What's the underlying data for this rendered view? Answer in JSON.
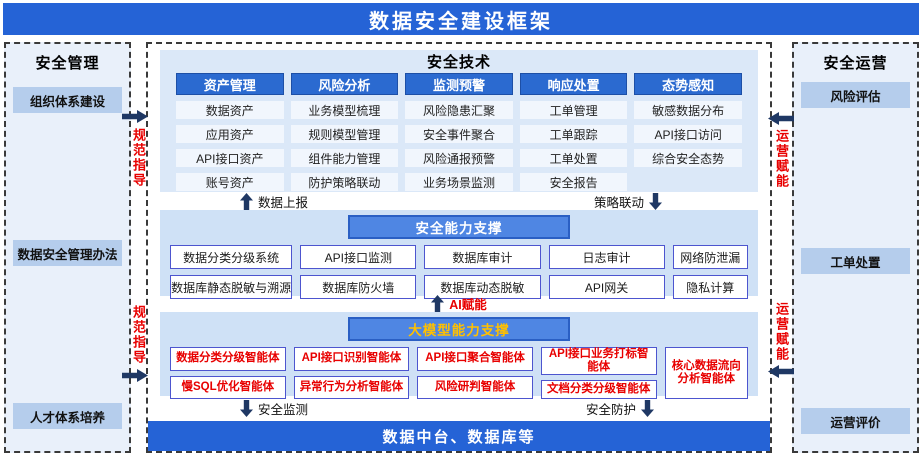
{
  "title": "数据安全建设框架",
  "left_panel": {
    "title": "安全管理",
    "items": [
      "组织体系建设",
      "数据安全管理办法",
      "人才体系培养"
    ]
  },
  "right_panel": {
    "title": "安全运营",
    "items": [
      "风险评估",
      "工单处置",
      "运营评价"
    ]
  },
  "left_flows": {
    "top": "规范指导",
    "bottom": "规范指导"
  },
  "right_flows": {
    "top": "运营赋能",
    "bottom": "运营赋能"
  },
  "tech": {
    "title": "安全技术",
    "columns": [
      {
        "header": "资产管理",
        "items": [
          "数据资产",
          "应用资产",
          "API接口资产",
          "账号资产"
        ]
      },
      {
        "header": "风险分析",
        "items": [
          "业务模型梳理",
          "规则模型管理",
          "组件能力管理",
          "防护策略联动"
        ]
      },
      {
        "header": "监测预警",
        "items": [
          "风险隐患汇聚",
          "安全事件聚合",
          "风险通报预警",
          "业务场景监测"
        ]
      },
      {
        "header": "响应处置",
        "items": [
          "工单管理",
          "工单跟踪",
          "工单处置",
          "安全报告"
        ]
      },
      {
        "header": "态势感知",
        "items": [
          "敏感数据分布",
          "API接口访问",
          "综合安全态势"
        ]
      }
    ]
  },
  "flow_labels": {
    "data_report": "数据上报",
    "policy_link": "策略联动",
    "ai": "AI赋能",
    "monitor": "安全监测",
    "protect": "安全防护"
  },
  "capability": {
    "title": "安全能力支撑",
    "row1": [
      "数据分类分级系统",
      "API接口监测",
      "数据库审计",
      "日志审计",
      "网络防泄漏"
    ],
    "row2": [
      "数据库静态脱敏与溯源",
      "数据库防火墙",
      "数据库动态脱敏",
      "API网关",
      "隐私计算"
    ]
  },
  "llm": {
    "title": "大模型能力支撑",
    "row1": [
      "数据分类分级智能体",
      "API接口识别智能体",
      "API接口聚合智能体",
      "API接口业务打标智能体"
    ],
    "row2": [
      "慢SQL优化智能体",
      "异常行为分析智能体",
      "风险研判智能体",
      "文档分类分级智能体"
    ],
    "span": "核心数据流向分析智能体"
  },
  "bottom_bar": "数据中台、数据库等",
  "colors": {
    "primary_blue": "#2563d6",
    "column_header_blue": "#2b6ad0",
    "support_bar_blue": "#4f86e3",
    "support_bar_border": "#2a5fc4",
    "tech_panel_bg": "#dbe8f8",
    "support_panel_bg": "#cfe1f6",
    "side_panel_bg": "#e9f0fa",
    "side_item_bg": "#b5cdec",
    "agent_box_border": "#4d55cf",
    "red_text": "#e80000",
    "gold_text": "#ffc000",
    "arrow_navy": "#1f3864"
  }
}
